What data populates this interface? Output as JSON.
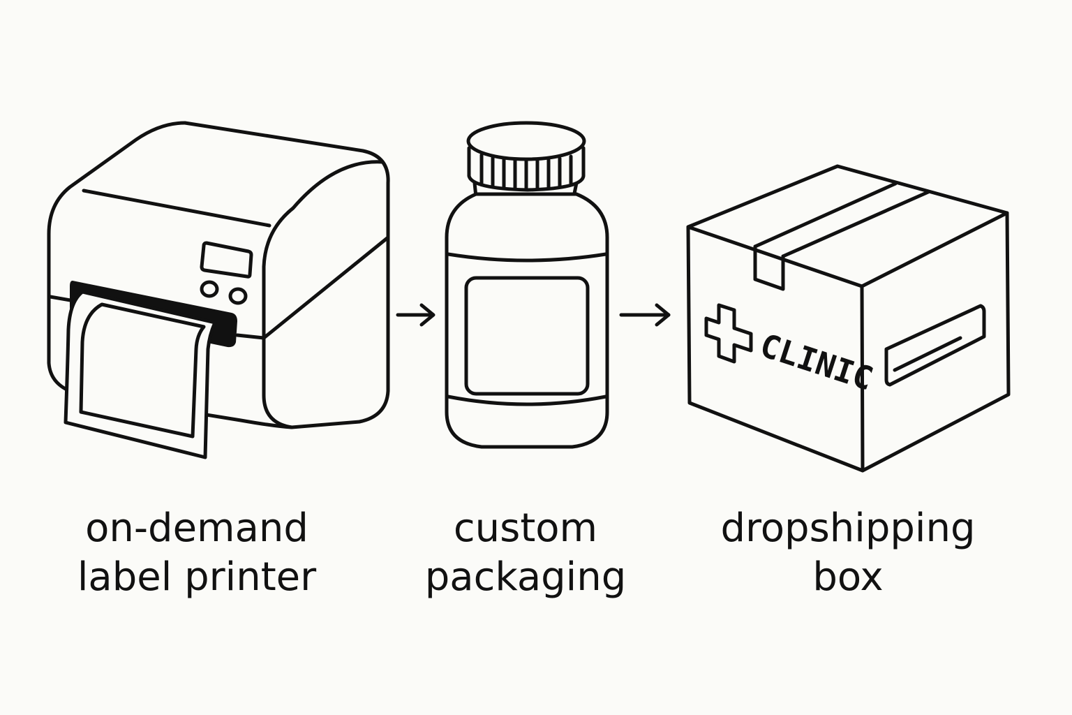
{
  "diagram": {
    "steps": [
      {
        "id": "printer",
        "icon": "label-printer-icon",
        "caption_lines": [
          "on-demand",
          "label printer"
        ]
      },
      {
        "id": "packaging",
        "icon": "bottle-icon",
        "caption_lines": [
          "custom",
          "packaging"
        ]
      },
      {
        "id": "box",
        "icon": "shipping-box-icon",
        "box_text": "CLINIC",
        "caption_lines": [
          "dropshipping",
          "box"
        ]
      }
    ],
    "connectors": [
      "arrow-right-icon",
      "arrow-right-icon"
    ]
  },
  "colors": {
    "ink": "#111111",
    "background": "#fbfbf8"
  }
}
